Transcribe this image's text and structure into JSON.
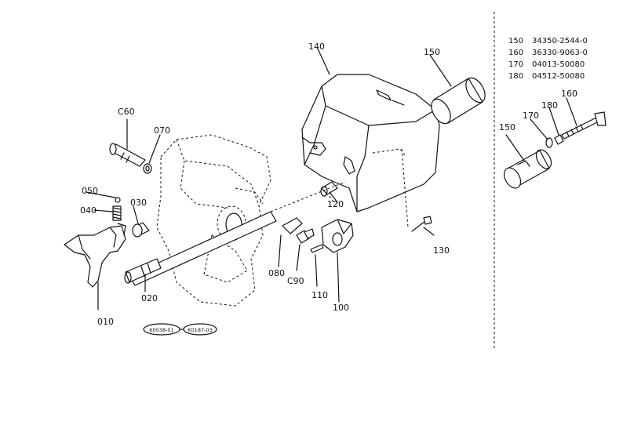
{
  "callouts": {
    "c010": "010",
    "c020": "020",
    "c030": "030",
    "c040": "040",
    "c050": "050",
    "c060": "C60",
    "c070": "070",
    "c080": "080",
    "c090": "C90",
    "c100": "100",
    "c110": "110",
    "c120": "120",
    "c130": "130",
    "c140": "140",
    "c150": "150",
    "c150b": "150",
    "c160": "160",
    "c170": "170",
    "c180": "180"
  },
  "parts_list": [
    {
      "ref": "150",
      "part_no": "34350-2544-0"
    },
    {
      "ref": "160",
      "part_no": "36330-9063-0"
    },
    {
      "ref": "170",
      "part_no": "04013-50080"
    },
    {
      "ref": "180",
      "part_no": "04512-50080"
    }
  ],
  "badges": {
    "left": "K0038-01",
    "right": "K0187-03"
  },
  "colors": {
    "line": "#111111",
    "background": "#ffffff"
  }
}
